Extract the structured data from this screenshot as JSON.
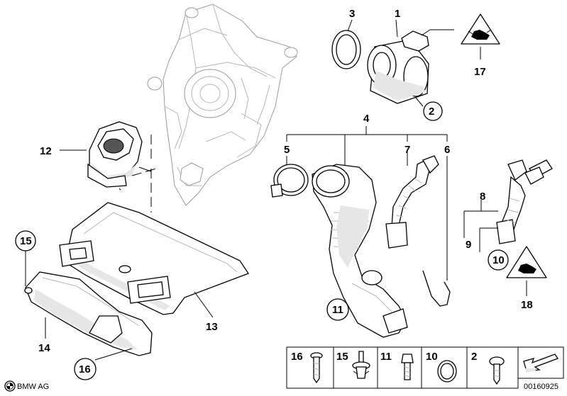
{
  "callouts": {
    "c1": "1",
    "c2": "2",
    "c3": "3",
    "c4": "4",
    "c5": "5",
    "c6": "6",
    "c7": "7",
    "c8": "8",
    "c9": "9",
    "c10": "10",
    "c11": "11",
    "c12": "12",
    "c13": "13",
    "c14": "14",
    "c15": "15",
    "c16": "16",
    "c17": "17",
    "c18": "18"
  },
  "hardware_strip": {
    "items": [
      "16",
      "15",
      "11",
      "10",
      "2"
    ]
  },
  "footer": {
    "brand": "BMW AG",
    "diagram_number": "00160925"
  }
}
